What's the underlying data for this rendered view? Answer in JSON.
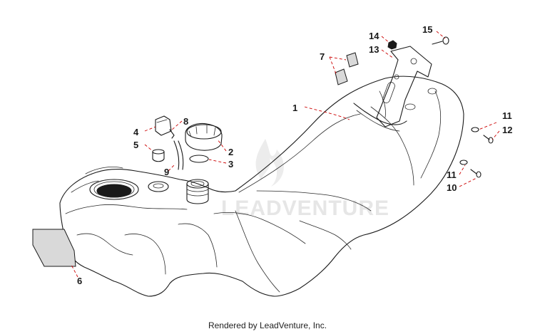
{
  "callouts": {
    "c1": "1",
    "c2": "2",
    "c3": "3",
    "c4": "4",
    "c5": "5",
    "c6": "6",
    "c7": "7",
    "c8": "8",
    "c9": "9",
    "c10": "10",
    "c11a": "11",
    "c11b": "11",
    "c12": "12",
    "c13": "13",
    "c14": "14",
    "c15": "15"
  },
  "watermark_text": "LEADVENTURE",
  "footer": "Rendered by LeadVenture, Inc.",
  "colors": {
    "leader": "#cc0000",
    "line": "#1a1a1a",
    "watermark": "#e6e6e6"
  }
}
